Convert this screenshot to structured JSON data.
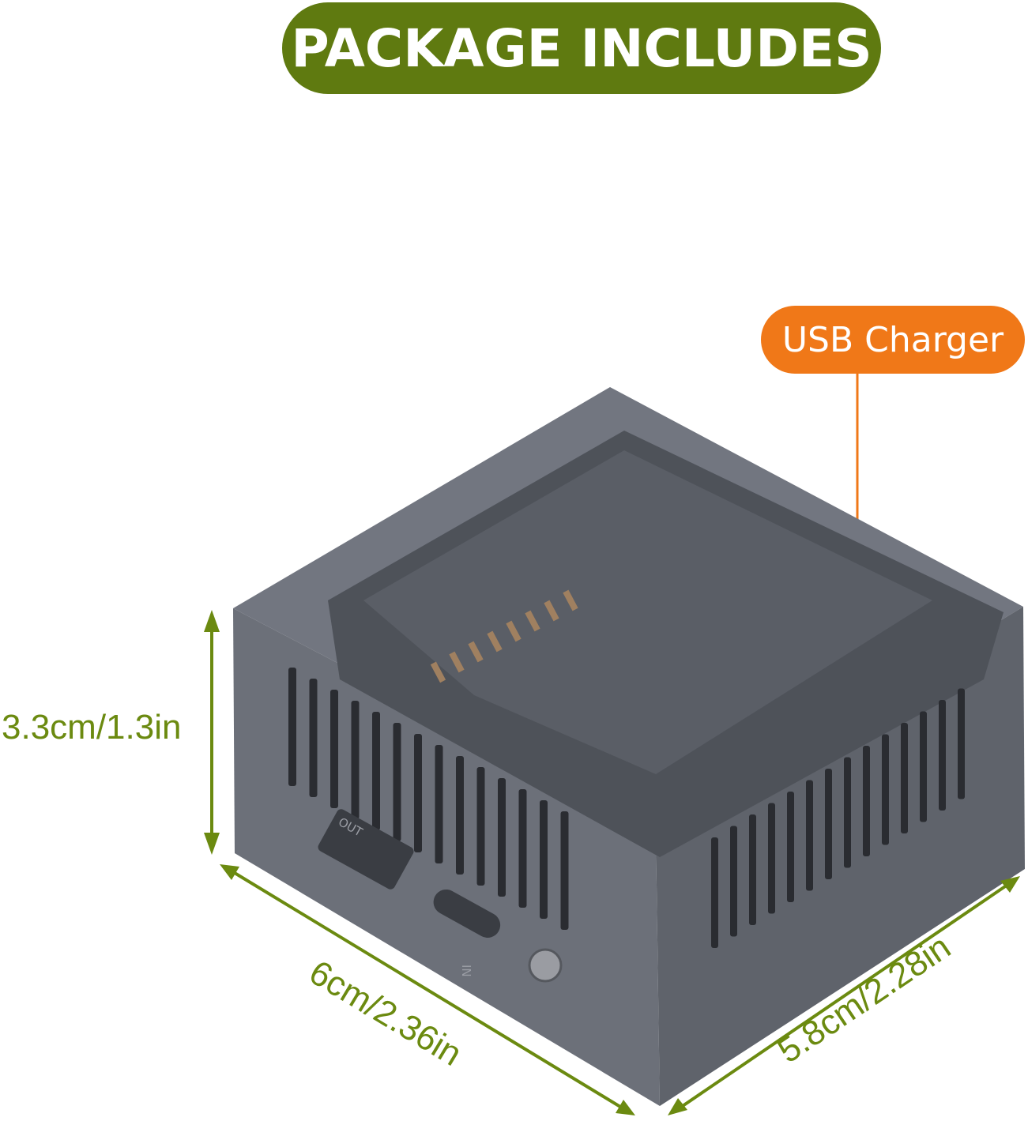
{
  "header": {
    "title": "PACKAGE INCLUDES"
  },
  "callout": {
    "label": "USB Charger"
  },
  "dimensions": {
    "height": "3.3cm/1.3in",
    "width": "6cm/2.36in",
    "depth": "5.8cm/2.28in"
  },
  "ports": {
    "out_label": "OUT",
    "in_label": "IN"
  },
  "colors": {
    "title_bg": "#5f7a10",
    "callout_bg": "#f07818",
    "dimension": "#6b8a10",
    "body": "#6e7178"
  }
}
